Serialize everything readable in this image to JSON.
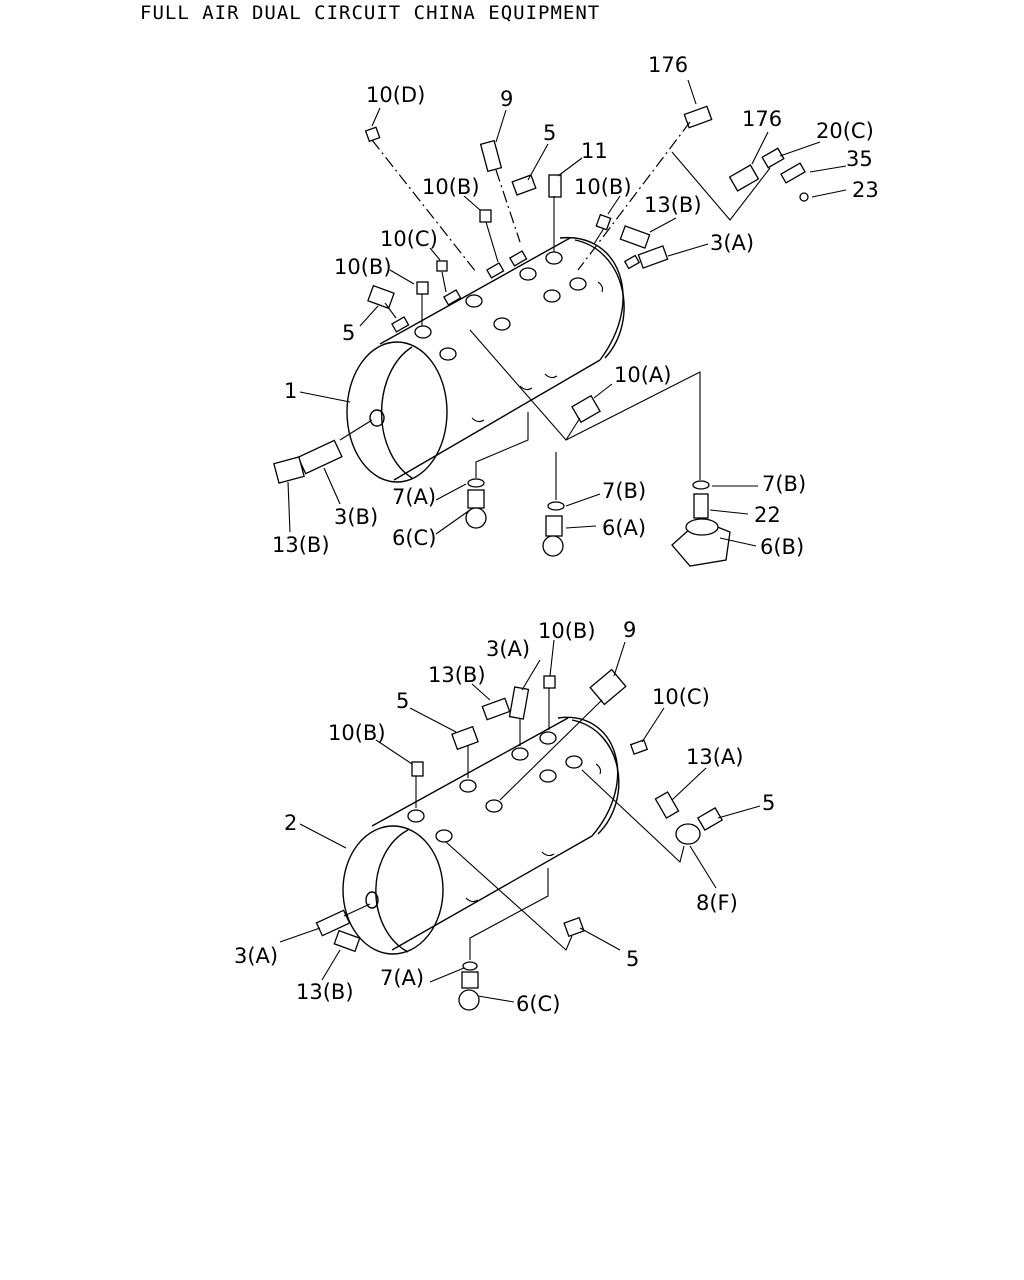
{
  "title": "FULL AIR DUAL CIRCUIT CHINA EQUIPMENT",
  "labels": {
    "upper": {
      "l176a": "176",
      "l176b": "176",
      "l20c": "20(C)",
      "l35": "35",
      "l23": "23",
      "l10d": "10(D)",
      "l9": "9",
      "l5a": "5",
      "l11": "11",
      "l10b1": "10(B)",
      "l10b2": "10(B)",
      "l13b1": "13(B)",
      "l3a": "3(A)",
      "l10c": "10(C)",
      "l10b3": "10(B)",
      "l5b": "5",
      "l1": "1",
      "l10a": "10(A)",
      "l3b": "3(B)",
      "l13b2": "13(B)",
      "l7a": "7(A)",
      "l6c": "6(C)",
      "l7b1": "7(B)",
      "l6a": "6(A)",
      "l7b2": "7(B)",
      "l22": "22",
      "l6b": "6(B)"
    },
    "lower": {
      "l10b1": "10(B)",
      "l9": "9",
      "l3a1": "3(A)",
      "l13b1": "13(B)",
      "l5a": "5",
      "l10c": "10(C)",
      "l10b2": "10(B)",
      "l13a": "13(A)",
      "l5b": "5",
      "l2": "2",
      "l8f": "8(F)",
      "l3a2": "3(A)",
      "l13b2": "13(B)",
      "l7a": "7(A)",
      "l6c": "6(C)",
      "l5c": "5"
    }
  }
}
